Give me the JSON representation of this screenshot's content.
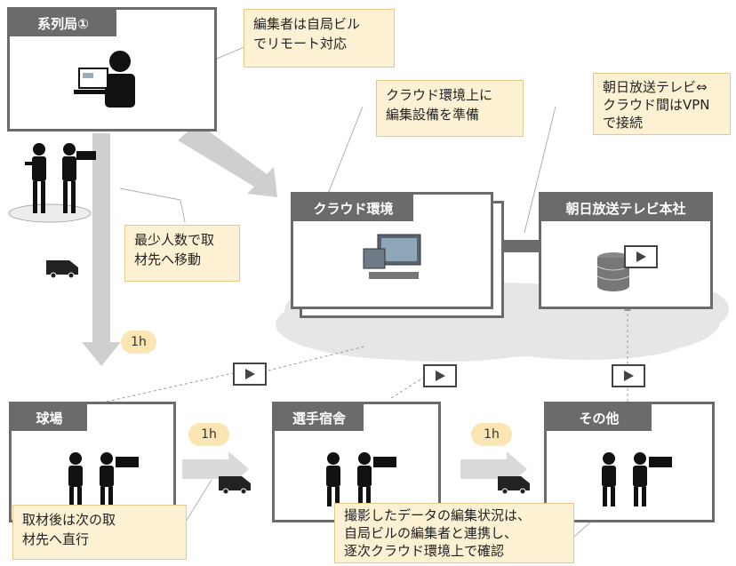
{
  "stations": {
    "local": "系列局①",
    "cloud": "クラウド環境",
    "hq": "朝日放送テレビ本社",
    "stadium": "球場",
    "dorm": "選手宿舎",
    "other": "その他"
  },
  "notes": {
    "remote": [
      "編集者は自局ビル",
      "でリモート対応"
    ],
    "cloud_setup": [
      "クラウド環境上に",
      "編集設備を準備"
    ],
    "vpn": [
      "朝日放送テレビ⇔",
      "クラウド間はVPN",
      "で接続"
    ],
    "min_staff": [
      "最少人数で取",
      "材先へ移動"
    ],
    "next_site": [
      "取材後は次の取",
      "材先へ直行"
    ],
    "edit_status": [
      "撮影したデータの編集状況は、",
      "自局ビルの編集者と連携し、",
      "逐次クラウド環境上で確認"
    ]
  },
  "durations": {
    "travel_1": "1h",
    "travel_2": "1h",
    "travel_3": "1h"
  },
  "colors": {
    "frame": "#6b6b6b",
    "note_bg": "#fdf1d3",
    "pill_bg": "#fbe6b3",
    "arrow": "#cfcfcf",
    "cloud": "#e6e6e6"
  },
  "icons": [
    "person-at-computer-icon",
    "camera-crew-icon",
    "van-icon",
    "workstation-icon",
    "database-icon",
    "video-clip-icon"
  ]
}
